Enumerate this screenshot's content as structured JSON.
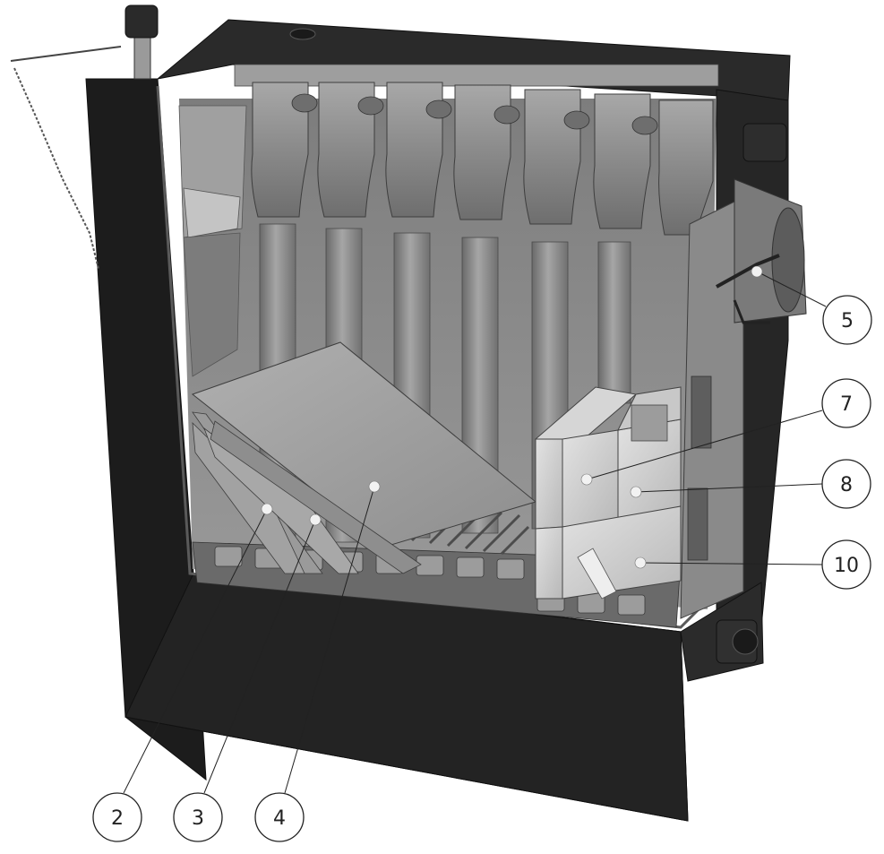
{
  "diagram": {
    "subject": "boiler-cutaway",
    "colors": {
      "casing": "#1e1e1e",
      "casing_edge": "#3a3a3a",
      "cast_iron": "#8c8c8c",
      "cast_iron_light": "#b4b4b4",
      "cast_iron_dark": "#5c5c5c",
      "refractory": "#cfcfcf",
      "background": "#ffffff"
    },
    "callouts": [
      {
        "id": "2",
        "label": "2"
      },
      {
        "id": "3",
        "label": "3"
      },
      {
        "id": "4",
        "label": "4"
      },
      {
        "id": "5",
        "label": "5"
      },
      {
        "id": "7",
        "label": "7"
      },
      {
        "id": "8",
        "label": "8"
      },
      {
        "id": "10",
        "label": "10"
      }
    ]
  }
}
